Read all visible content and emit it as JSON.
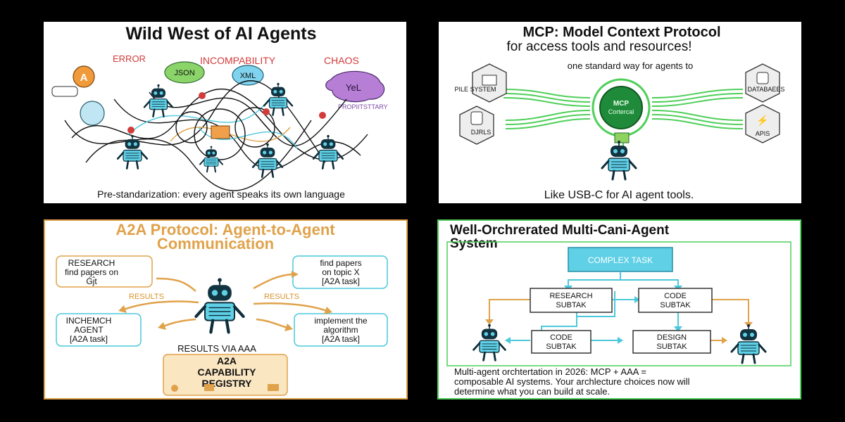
{
  "panel1": {
    "title": "Wild West of AI Agents",
    "labels": {
      "error": "ERROR",
      "incompatibility": "INCOMPABILITY",
      "chaos": "CHAOS",
      "json": "JSON",
      "xml": "XML",
      "proprietary": "PROPIITSTTARY",
      "purple_bubble": "YeL"
    },
    "caption": "Pre-standarization: every agent speaks its own language"
  },
  "panel2": {
    "title_line1": "MCP: Model Context Protocol",
    "title_line2": "for access tools and resources!",
    "subtitle": "one standard way for agents to",
    "hub_line1": "MCP",
    "hub_line2": "Cortercal",
    "resources": {
      "file_system": "PILE SYSTEM",
      "databases": "DATABAEES",
      "urls": "DJRLS",
      "apis": "APIS"
    },
    "caption": "Like USB-C for AI agent tools."
  },
  "panel3": {
    "title_line1": "A2A Protocol: Agent-to-Agent",
    "title_line2": "Communication",
    "box_tl": [
      "RESEARCH",
      "find papers on",
      "Ǵȷ̂t"
    ],
    "box_tr": [
      "find papers",
      "on topic X",
      "[A2A task]"
    ],
    "box_bl": [
      "INCHEMCH",
      "AGENT",
      "[A2A task]"
    ],
    "box_br": [
      "implement the",
      "algorithm",
      "[A2A task]"
    ],
    "results_left": "RESULTS",
    "results_right": "RESULTS",
    "results_via": "RESULTS VIA AAA",
    "registry": [
      "A2A",
      "CAPABILITY",
      "REGISTRY"
    ]
  },
  "panel4": {
    "title_line1": "Well-Orchrerated Multi-Cani-Agent",
    "title_line2": "System",
    "complex_task": "COMPLEX TASK",
    "research_subtask": [
      "RESEARCH",
      "SUBTAK"
    ],
    "code_subtask_top": [
      "CODE",
      "SUBTAK"
    ],
    "code_subtask_bottom": [
      "CODE",
      "SUBTAK"
    ],
    "design_subtask": [
      "DESIGN",
      "SUBTAK"
    ],
    "caption_line1": "Multi-agent orchtertation in 2026: MCP + AAA =",
    "caption_line2": "composable AI systems. Your archlecture choices now will",
    "caption_line3": "determine what you can build at scale."
  },
  "colors": {
    "orange": "#e0a24a",
    "orange_text": "#d9922e",
    "cyan": "#4cc8dc",
    "green": "#4fcf5a",
    "red": "#d33a3a",
    "robot": "#5fd0e6"
  }
}
